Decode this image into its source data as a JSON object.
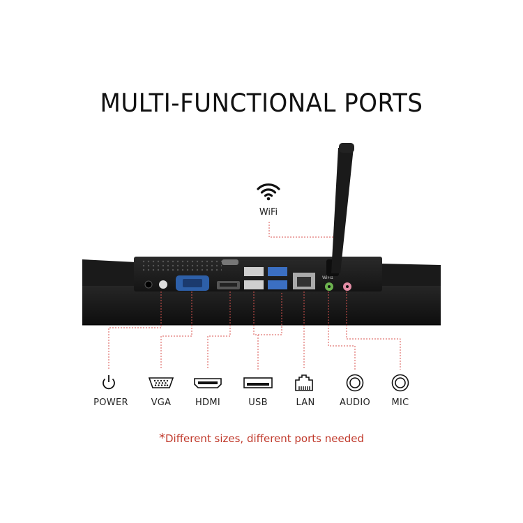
{
  "title": "MULTI-FUNCTIONAL PORTS",
  "wifi": {
    "label": "WiFi",
    "icon": "wifi-icon"
  },
  "device_labels": {
    "wifi_port": "WiFi1"
  },
  "ports": [
    {
      "label": "POWER",
      "icon": "power-icon"
    },
    {
      "label": "VGA",
      "icon": "vga-port-icon"
    },
    {
      "label": "HDMI",
      "icon": "hdmi-port-icon"
    },
    {
      "label": "USB",
      "icon": "usb-port-icon"
    },
    {
      "label": "LAN",
      "icon": "lan-port-icon"
    },
    {
      "label": "AUDIO",
      "icon": "audio-jack-icon"
    },
    {
      "label": "MIC",
      "icon": "mic-jack-icon"
    }
  ],
  "note": {
    "star": "*",
    "text": "Different sizes, different ports needed"
  },
  "colors": {
    "leader_line": "#d9534f",
    "note": "#c0392b",
    "panel": "#1c1c1c"
  }
}
